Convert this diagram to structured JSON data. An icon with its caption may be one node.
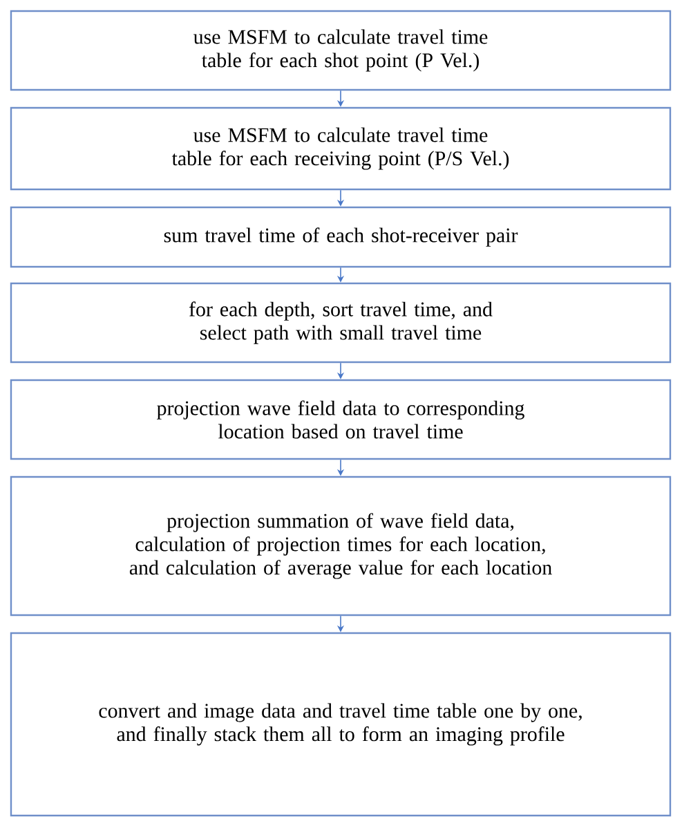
{
  "diagram": {
    "nodes": [
      {
        "text": [
          "use MSFM to calculate travel time table for each shot point (P Vel.)"
        ]
      },
      {
        "text": [
          "use MSFM to calculate travel time table for each receiving point (P/S Vel.)"
        ]
      },
      {
        "text": [
          "sum travel time of each shot-receiver pair"
        ]
      },
      {
        "text": [
          "for each depth, sort travel time, and select path with small travel time"
        ]
      },
      {
        "text": [
          "projection wave field data to corresponding location based on travel time"
        ]
      },
      {
        "text": [
          "projection summation of wave field data, calculation of projection times for each location, and calculation of average value for each location"
        ]
      },
      {
        "text": [
          "convert and image data and travel time table one by one, and finally stack them all to form an imaging profile"
        ]
      }
    ],
    "edges": [
      {
        "from": 0,
        "to": 1,
        "arrow": "to"
      },
      {
        "from": 1,
        "to": 2,
        "arrow": "to"
      },
      {
        "from": 2,
        "to": 3,
        "arrow": "to"
      },
      {
        "from": 3,
        "to": 4,
        "arrow": "to"
      },
      {
        "from": 4,
        "to": 5,
        "arrow": "to"
      },
      {
        "from": 5,
        "to": 6,
        "arrow": "to"
      }
    ]
  }
}
